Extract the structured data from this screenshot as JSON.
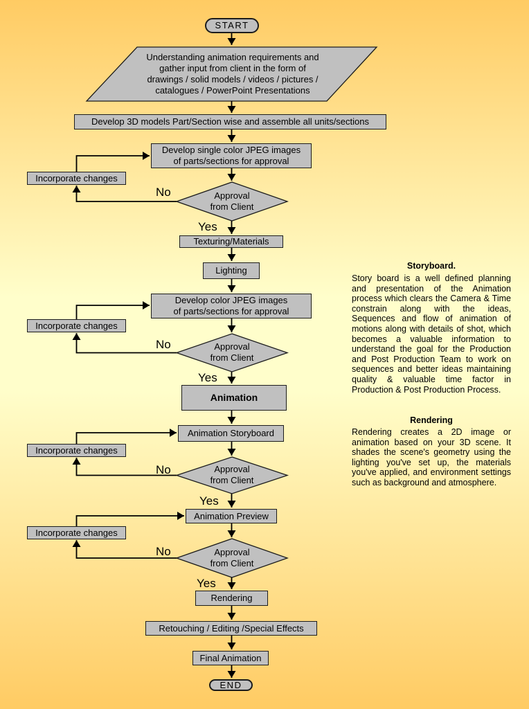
{
  "colors": {
    "background_edge": "#ffcb63",
    "background_middle": "#fffecb",
    "node_fill": "#c0c0c0",
    "node_border": "#1c1c1c",
    "connector": "#000000",
    "text": "#000000"
  },
  "flowchart": {
    "start_label": "START",
    "end_label": "END",
    "no_label": "No",
    "yes_label": "Yes",
    "incorporate_label": "Incorporate changes",
    "approval_label": "Approval\nfrom Client",
    "nodes": {
      "requirements": "Understanding animation requirements and\ngather input from client in the form of\ndrawings / solid models / videos / pictures /\ncatalogues / PowerPoint Presentations",
      "develop_3d": "Develop 3D models Part/Section wise and assemble all units/sections",
      "single_color_jpeg": "Develop single color JPEG images\nof parts/sections for approval",
      "texturing": "Texturing/Materials",
      "lighting": "Lighting",
      "color_jpeg": "Develop color JPEG images\nof parts/sections for approval",
      "animation": "Animation",
      "animation_storyboard": "Animation Storyboard",
      "animation_preview": "Animation Preview",
      "rendering": "Rendering",
      "retouching": "Retouching / Editing /Special Effects",
      "final_animation": "Final Animation"
    }
  },
  "notes": {
    "storyboard": {
      "heading": "Storyboard.",
      "body": "Story board is a well defined planning and presentation of the Animation process which clears the Camera & Time constrain along with the ideas, Sequences and flow of animation of motions along with details of shot, which becomes a valuable information to understand the goal for the Production and Post Production Team to work on sequences and better ideas maintaining quality & valuable time factor in Production & Post Production Process."
    },
    "rendering": {
      "heading": "Rendering",
      "body": "Rendering creates a 2D image or animation based on your 3D scene. It shades the scene's geometry using the lighting you've set up, the materials you've applied, and environment settings such as background and atmosphere."
    }
  }
}
